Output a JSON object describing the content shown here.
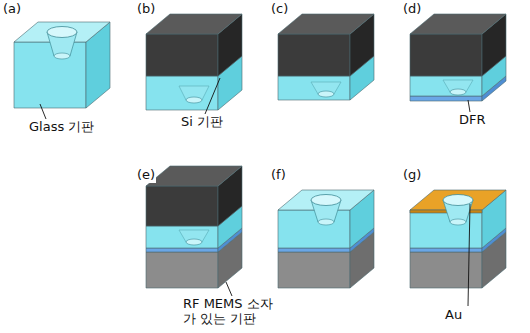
{
  "diagram": {
    "labels": [
      "(a)",
      "(b)",
      "(c)",
      "(d)",
      "(e)",
      "(f)",
      "(g)",
      "Glass 기판",
      "Si 기판",
      "DFR",
      "RF MEMS 소자가 있는 기판",
      "Au"
    ]
  }
}
